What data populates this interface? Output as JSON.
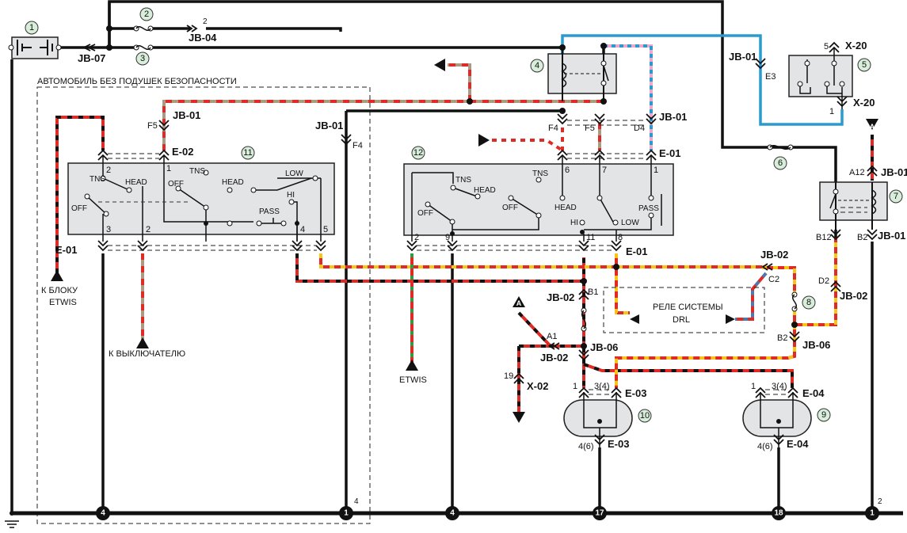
{
  "title": "АВТОМОБИЛЬ БЕЗ ПОДУШЕК БЕЗОПАСНОСТИ",
  "components": {
    "c1": "1",
    "c2": "2",
    "c3": "3",
    "c4": "4",
    "c5": "5",
    "c6": "6",
    "c7": "7",
    "c8": "8",
    "c9": "9",
    "c10": "10",
    "c11": "11",
    "c12": "12"
  },
  "connectors": {
    "jb07": "JB-07",
    "jb04": "JB-04",
    "jb04_pin": "2",
    "jb01": "JB-01",
    "jb02": "JB-02",
    "jb06": "JB-06",
    "e01": "E-01",
    "e02": "E-02",
    "e03": "E-03",
    "e04": "E-04",
    "x20": "X-20",
    "x02": "X-02"
  },
  "pins": {
    "f5": "F5",
    "f4": "F4",
    "d4": "D4",
    "e3": "E3",
    "a12": "A12",
    "b12": "B12",
    "b2": "B2",
    "c2": "C2",
    "d2": "D2",
    "b1": "B1",
    "a1": "A1",
    "p19": "19",
    "p5": "5",
    "p1": "1",
    "p2": "2",
    "p3": "3",
    "p4": "4",
    "p6": "6",
    "p7": "7",
    "p8": "8",
    "p9": "9",
    "p11": "11",
    "p34": "3(4)",
    "p46": "4(6)"
  },
  "switch_labels": {
    "tns": "TNS",
    "head": "HEAD",
    "off": "OFF",
    "low": "LOW",
    "hi": "HI",
    "pass": "PASS"
  },
  "notes": {
    "to_etwis_block_1": "К БЛОКУ",
    "to_etwis_block_2": "ETWIS",
    "to_switch": "К ВЫКЛЮЧАТЕЛЮ",
    "etwis": "ETWIS",
    "drl_relay_1": "РЕЛЕ СИСТЕМЫ",
    "drl_relay_2": "DRL",
    "link_a": "A"
  },
  "ground_points": [
    "4",
    "1",
    "4",
    "17",
    "18",
    "1"
  ],
  "ground_pins": {
    "g1": "4",
    "g6": "2"
  },
  "colors": {
    "black": "#111111",
    "red": "#e02a26",
    "yellow": "#f5c518",
    "tan": "#a99a84",
    "blue": "#2a9bd0",
    "pink": "#f0a6c8",
    "green": "#2e9b46",
    "badge": "#d8eedb",
    "box": "#e3e4e6"
  }
}
